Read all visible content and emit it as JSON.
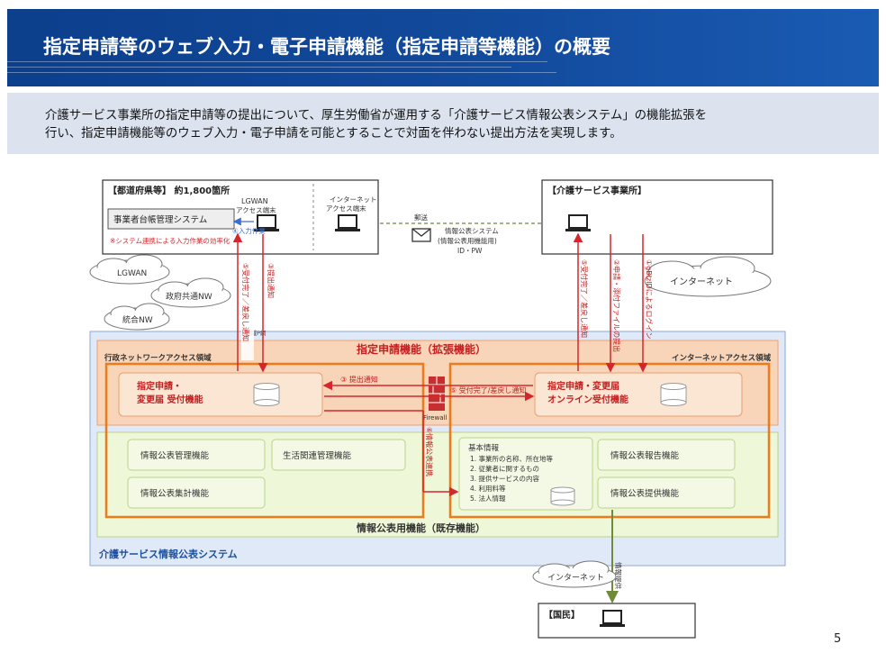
{
  "slide": {
    "title": "指定申請等のウェブ入力・電子申請機能（指定申請等機能）の概要",
    "intro_line1": "介護サービス事業所の指定申請等の提出について、厚生労働省が運用する「介護サービス情報公表システム」の機能拡張を",
    "intro_line2": "行い、指定申請機能等のウェブ入力・電子申請を可能とすることで対面を伴わない提出方法を実現します。",
    "page_number": "5"
  },
  "diagram": {
    "prefecture_title": "【都道府県等】 約1,800箇所",
    "lgwan_terminal_line1": "LGWAN",
    "lgwan_terminal_line2": "アクセス端末",
    "ledger_system": "事業者台帳管理システム",
    "input_work": "④入力作業",
    "efficiency_note": "※システム連携による入力作業の効率化",
    "internet_terminal_line1": "インターネット",
    "internet_terminal_line2": "アクセス端末",
    "mailing": "郵送",
    "mail_note_line1": "情報公表システム",
    "mail_note_line2": "(情報公表用機能用)",
    "mail_note_line3": "ID・PW",
    "office_title": "【介護サービス事業所】",
    "cloud_lgwan": "LGWAN",
    "cloud_gov": "政府共通NW",
    "cloud_integrated": "統合NW",
    "closed_network": "閉域P網",
    "cloud_internet": "インターネット",
    "arrow5_left": "⑤受付完了／差戻し通知",
    "arrow3_left": "③提出通知",
    "arrow5_right": "⑤受付完了／差戻し通知",
    "arrow2_right": "②申請・添付ファイルの提出",
    "arrow1_right": "①gBizIDによるログイン",
    "ext_title": "指定申請機能（拡張機能）",
    "gov_domain": "行政ネットワークアクセス領域",
    "internet_domain": "インターネットアクセス領域",
    "receive_line1": "指定申請・",
    "receive_line2": "変更届 受付機能",
    "online_line1": "指定申請・変更届",
    "online_line2": "オンライン受付機能",
    "mid_arrow3": "③ 提出通知",
    "mid_arrow5": "⑤ 受付完了/差戻し通知",
    "firewall": "Firewall",
    "arrow6": "⑥情報公表連携",
    "func_pub_manage": "情報公表管理機能",
    "func_life": "生活関連管理機能",
    "func_pub_stats": "情報公表集計機能",
    "basic_info_title": "基本情報",
    "basic_info_items": [
      "1. 事業所の名称、所在地等",
      "2. 従業者に関するもの",
      "3. 提供サービスの内容",
      "4. 利用料等",
      "5. 法人情報"
    ],
    "func_pub_report": "情報公表報告機能",
    "func_pub_provide": "情報公表提供機能",
    "existing_title": "情報公表用機能（既存機能）",
    "system_name": "介護サービス情報公表システム",
    "bottom_internet": "インターネット",
    "info_provision": "情報提供",
    "citizens": "【国民】"
  }
}
